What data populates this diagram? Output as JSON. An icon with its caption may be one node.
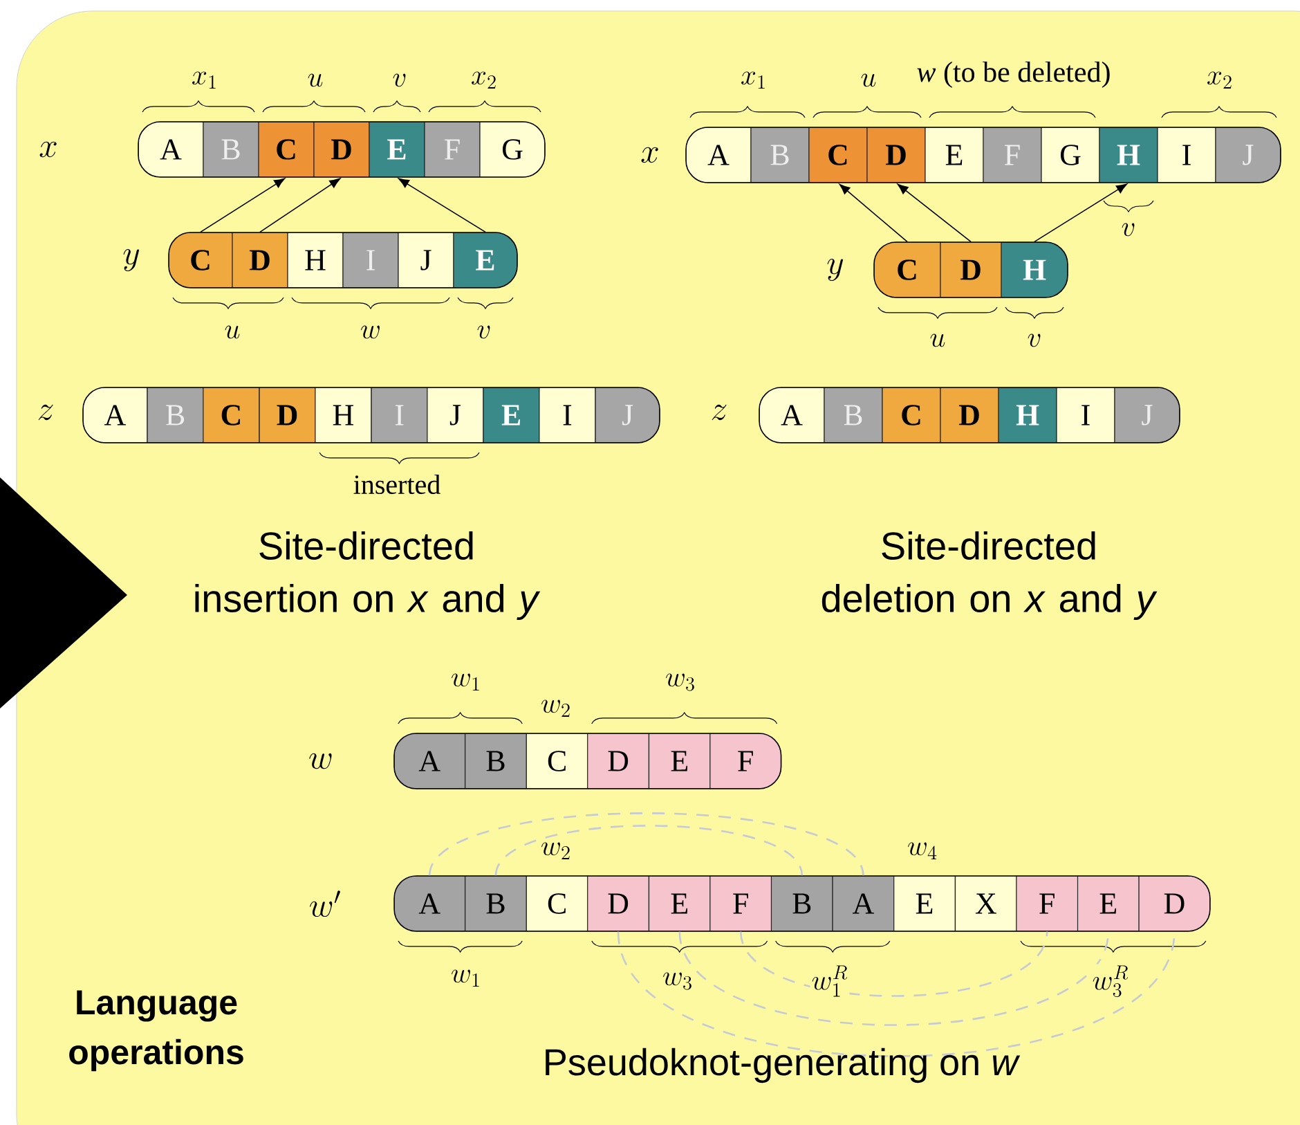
{
  "diagram": {
    "nodes": [
      {
        "text": [],
        "shape": "box"
      },
      {
        "text": [
          "A"
        ],
        "in": 0
      },
      {
        "text": [
          "B"
        ],
        "in": 0
      },
      {
        "text": [
          "C"
        ],
        "in": 0
      },
      {
        "text": [
          "D"
        ],
        "in": 0
      },
      {
        "text": [
          "E"
        ],
        "in": 0
      },
      {
        "text": [
          "F"
        ],
        "in": 0
      },
      {
        "text": [
          "G"
        ],
        "in": 0
      },
      {
        "text": [],
        "shape": "box"
      },
      {
        "text": [
          "C"
        ],
        "in": 8
      },
      {
        "text": [
          "D"
        ],
        "in": 8
      },
      {
        "text": [
          "H"
        ],
        "in": 8
      },
      {
        "text": [
          "I"
        ],
        "in": 8
      },
      {
        "text": [
          "J"
        ],
        "in": 8
      },
      {
        "text": [
          "E"
        ],
        "in": 8
      },
      {
        "text": [],
        "shape": "box"
      },
      {
        "text": [
          "A"
        ],
        "in": 15
      },
      {
        "text": [
          "B"
        ],
        "in": 15
      },
      {
        "text": [
          "C"
        ],
        "in": 15
      },
      {
        "text": [
          "D"
        ],
        "in": 15
      },
      {
        "text": [
          "H"
        ],
        "in": 15
      },
      {
        "text": [
          "I"
        ],
        "in": 15
      },
      {
        "text": [
          "J"
        ],
        "in": 15
      },
      {
        "text": [
          "E"
        ],
        "in": 15
      },
      {
        "text": [
          "I"
        ],
        "in": 15
      },
      {
        "text": [
          "J"
        ],
        "in": 15
      },
      {
        "text": [],
        "shape": "box"
      },
      {
        "text": [
          "A"
        ],
        "in": 26
      },
      {
        "text": [
          "B"
        ],
        "in": 26
      },
      {
        "text": [
          "C"
        ],
        "in": 26
      },
      {
        "text": [
          "D"
        ],
        "in": 26
      },
      {
        "text": [
          "E"
        ],
        "in": 26
      },
      {
        "text": [
          "F"
        ],
        "in": 26
      },
      {
        "text": [
          "G"
        ],
        "in": 26
      },
      {
        "text": [
          "H"
        ],
        "in": 26
      },
      {
        "text": [
          "I"
        ],
        "in": 26
      },
      {
        "text": [
          "J"
        ],
        "in": 26
      },
      {
        "text": [],
        "shape": "box"
      },
      {
        "text": [
          "C"
        ],
        "in": 37
      },
      {
        "text": [
          "D"
        ],
        "in": 37
      },
      {
        "text": [
          "H"
        ],
        "in": 37
      },
      {
        "text": [],
        "shape": "box"
      },
      {
        "text": [
          "A"
        ],
        "in": 41
      },
      {
        "text": [
          "B"
        ],
        "in": 41
      },
      {
        "text": [
          "C"
        ],
        "in": 41
      },
      {
        "text": [
          "D"
        ],
        "in": 41
      },
      {
        "text": [
          "H"
        ],
        "in": 41
      },
      {
        "text": [
          "I"
        ],
        "in": 41
      },
      {
        "text": [
          "J"
        ],
        "in": 41
      },
      {
        "text": [],
        "shape": "box"
      },
      {
        "text": [
          "A"
        ],
        "in": 49
      },
      {
        "text": [
          "B"
        ],
        "in": 49
      },
      {
        "text": [
          "C"
        ],
        "in": 49
      },
      {
        "text": [
          "D"
        ],
        "in": 49
      },
      {
        "text": [
          "E"
        ],
        "in": 49
      },
      {
        "text": [
          "F"
        ],
        "in": 49
      },
      {
        "text": [],
        "shape": "box"
      },
      {
        "text": [
          "A"
        ],
        "in": 56
      },
      {
        "text": [
          "B"
        ],
        "in": 56
      },
      {
        "text": [
          "C"
        ],
        "in": 56
      },
      {
        "text": [
          "D"
        ],
        "in": 56
      },
      {
        "text": [
          "E"
        ],
        "in": 56
      },
      {
        "text": [
          "F"
        ],
        "in": 56
      },
      {
        "text": [
          "B"
        ],
        "in": 56
      },
      {
        "text": [
          "A"
        ],
        "in": 56
      },
      {
        "text": [
          "E"
        ],
        "in": 56
      },
      {
        "text": [
          "X"
        ],
        "in": 56
      },
      {
        "text": [
          "F"
        ],
        "in": 56
      },
      {
        "text": [
          "E"
        ],
        "in": 56
      },
      {
        "text": [
          "D"
        ],
        "in": 56
      }
    ],
    "edges": [
      {
        "from": 9,
        "to": 3,
        "arrow": "to"
      },
      {
        "from": 10,
        "to": 4,
        "arrow": "to"
      },
      {
        "from": 14,
        "to": 5,
        "arrow": "to"
      },
      {
        "from": 38,
        "to": 29,
        "arrow": "to"
      },
      {
        "from": 39,
        "to": 30,
        "arrow": "to"
      },
      {
        "from": 40,
        "to": 34,
        "arrow": "to"
      },
      {
        "from": 57,
        "to": 64,
        "arrow": "none",
        "style": "dashed",
        "color": "#c5cad6"
      },
      {
        "from": 58,
        "to": 63,
        "arrow": "none",
        "style": "dashed",
        "color": "#c5cad6"
      },
      {
        "from": 60,
        "to": 69,
        "arrow": "none",
        "style": "dashed",
        "color": "#c5cad6"
      },
      {
        "from": 61,
        "to": 68,
        "arrow": "none",
        "style": "dashed",
        "color": "#c5cad6"
      },
      {
        "from": 62,
        "to": 67,
        "arrow": "none",
        "style": "dashed",
        "color": "#c5cad6"
      }
    ],
    "labels": [
      "x_1",
      "u",
      "v",
      "x_2",
      "x",
      "y",
      "u",
      "w",
      "v",
      "z",
      "inserted",
      "x_1",
      "u",
      "*w* (to be deleted)",
      "x_2",
      "x",
      "v",
      "y",
      "u",
      "v",
      "z",
      "Site-directed insertion on *x* and *y*",
      "Site-directed deletion on *x* and *y*",
      "w_1",
      "w_2",
      "w_3",
      "w",
      "w_2",
      "w_4",
      "w'",
      "w_1",
      "w_3",
      "w_1^R",
      "w_3^R",
      "Pseudoknot-generating on *w*",
      "Language operations"
    ]
  }
}
